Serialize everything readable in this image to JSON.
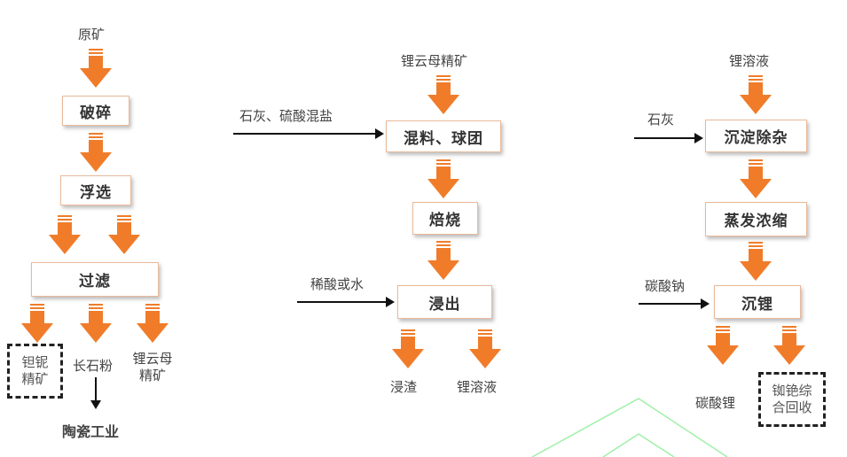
{
  "colors": {
    "arrow": "#f07c2a",
    "box_border": "#e8b99a",
    "watermark": "#9ff0a8"
  },
  "left": {
    "raw_ore": "原矿",
    "crushing": "破碎",
    "flotation": "浮选",
    "filtration": "过滤",
    "tantalum_niobium": "钽铌精矿",
    "feldspar": "长石粉",
    "lepidolite": "锂云母精矿",
    "ceramics": "陶瓷工业"
  },
  "middle": {
    "lepidolite": "锂云母精矿",
    "additives": "石灰、硫酸混盐",
    "mixing": "混料、球团",
    "roasting": "焙烧",
    "leach_agent": "稀酸或水",
    "leaching": "浸出",
    "residue": "浸渣",
    "lithium_solution": "锂溶液"
  },
  "right": {
    "lithium_solution": "锂溶液",
    "lime": "石灰",
    "purification": "沉淀除杂",
    "evaporation": "蒸发浓缩",
    "sodium_carbonate": "碳酸钠",
    "precipitation": "沉锂",
    "lithium_carbonate": "碳酸锂",
    "rb_cs_recovery": "铷铯综合回收"
  }
}
